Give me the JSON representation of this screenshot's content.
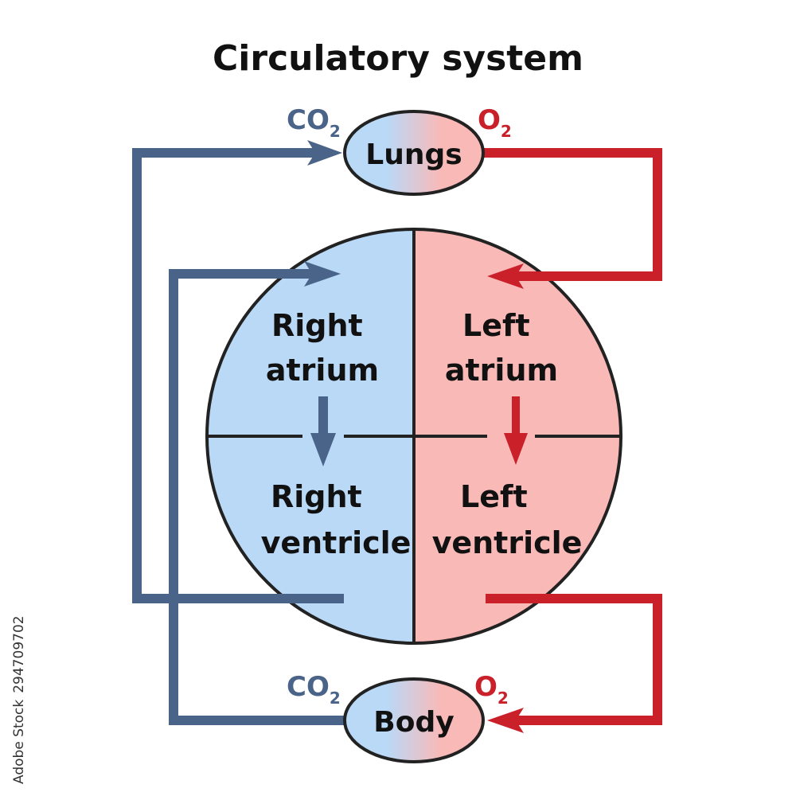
{
  "title": "Circulatory system",
  "organs": {
    "lungs": "Lungs",
    "body": "Body"
  },
  "chambers": {
    "right_atrium": [
      "Right",
      "atrium"
    ],
    "left_atrium": [
      "Left",
      "atrium"
    ],
    "right_ventricle": [
      "Right",
      "ventricle"
    ],
    "left_ventricle": [
      "Left",
      "ventricle"
    ]
  },
  "gases": {
    "co2_base": "CO",
    "co2_sub": "2",
    "o2_base": "O",
    "o2_sub": "2"
  },
  "watermark_id": "294709702",
  "watermark_text": "Adobe Stock",
  "colors": {
    "deoxygenated": "#4a6388",
    "oxygenated": "#c9202a",
    "right_fill": "#b9d9f7",
    "left_fill": "#f9b9b7",
    "outline": "#222222"
  }
}
